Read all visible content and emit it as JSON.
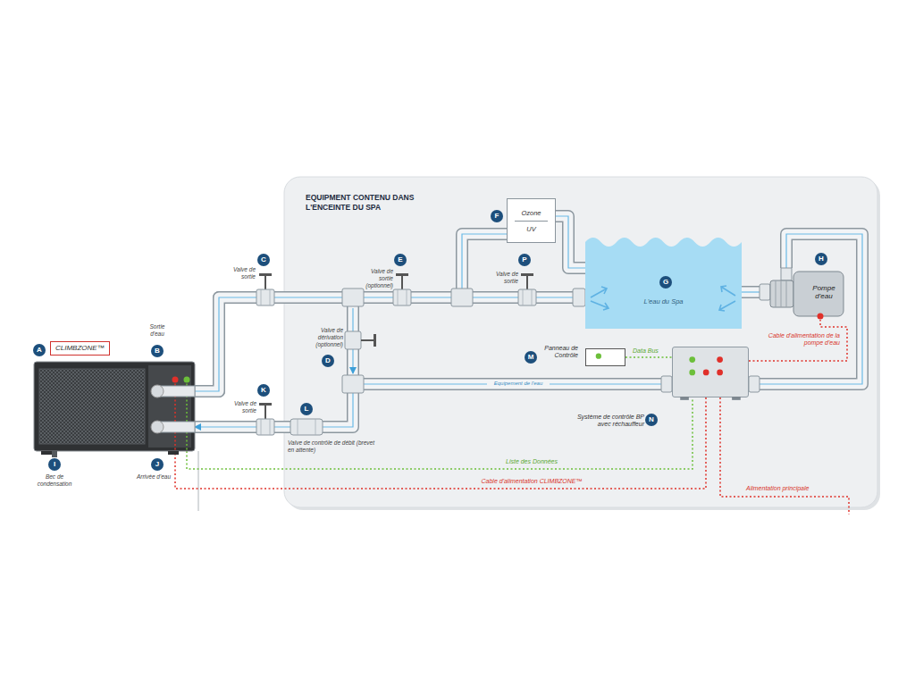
{
  "diagram": {
    "nodes": [
      {
        "text": [
          "EQUIPMENT CONTENU DANS L'ENCEINTE DU SPA"
        ]
      },
      {
        "text": [
          "CLIMBZONE™"
        ]
      },
      {
        "text": [
          "Ozone",
          "UV"
        ],
        "in": 0
      },
      {
        "text": [
          "L'eau du Spa"
        ],
        "in": 0
      },
      {
        "text": [
          "Pompe d'eau"
        ],
        "in": 0
      },
      {
        "text": [
          "Panneau de Contrôle"
        ],
        "in": 0
      },
      {
        "text": [
          "Système de contrôle BP avec réchauffeur"
        ],
        "in": 0
      }
    ],
    "edges": [
      {
        "from": 1,
        "to": 3,
        "arrow": "to"
      },
      {
        "from": 1,
        "to": 2,
        "arrow": "none"
      },
      {
        "from": 2,
        "to": 3,
        "arrow": "none"
      },
      {
        "from": 3,
        "to": 4,
        "arrow": "to"
      },
      {
        "from": 4,
        "to": 6,
        "arrow": "to"
      },
      {
        "from": 6,
        "to": 1,
        "arrow": "to",
        "label": "Equipement de l'eau"
      },
      {
        "from": 5,
        "to": 6,
        "arrow": "none",
        "label": "Data Bus"
      },
      {
        "from": 6,
        "to": 4,
        "arrow": "none",
        "label": "Cable d'alimentation de la pompe d'eau"
      },
      {
        "from": 1,
        "to": 6,
        "arrow": "none",
        "label": "Liste des Données"
      },
      {
        "from": 6,
        "to": 1,
        "arrow": "none",
        "label": "Cable d'alimentation CLIMBZONE™"
      }
    ],
    "labels": [
      "A",
      "B",
      "C",
      "D",
      "E",
      "F",
      "G",
      "H",
      "I",
      "J",
      "K",
      "L",
      "M",
      "N",
      "P",
      "Sortie d'eau",
      "Valve de sortie",
      "Valve de dérivation (optionnel)",
      "Valve de sortie (optionnel)",
      "Valve de sortie",
      "Valve de sortie",
      "Valve de contrôle de débit (brevet en attente)",
      "Bec de condensation",
      "Arrivée d'eau",
      "Alimentation principale"
    ]
  }
}
